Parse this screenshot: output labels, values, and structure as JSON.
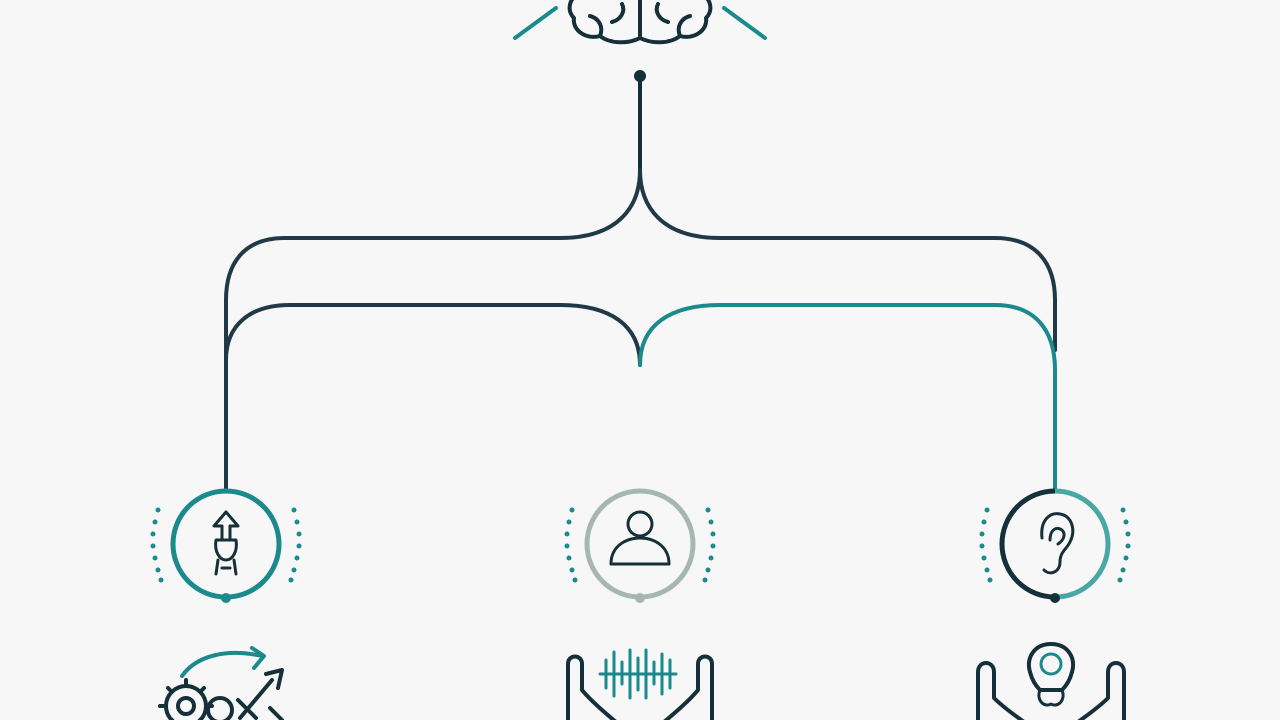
{
  "diagram": {
    "root": {
      "icon": "brain-icon"
    },
    "branches": [
      {
        "id": "left",
        "node_icon": "body-arrow-icon",
        "below_icon": "gears-arrow-tools-icon",
        "ring": "teal"
      },
      {
        "id": "center",
        "node_icon": "person-icon",
        "below_icon": "hands-soundwave-icon",
        "ring": "gray"
      },
      {
        "id": "right",
        "node_icon": "ear-icon",
        "below_icon": "hands-head-icon",
        "ring": "dark-teal"
      }
    ]
  },
  "colors": {
    "background": "#f7f7f7",
    "navy": "#1f3a46",
    "teal": "#1a8a8c",
    "light_teal": "#49a7a6",
    "gray": "#9fb0ae",
    "dark": "#16303a"
  }
}
